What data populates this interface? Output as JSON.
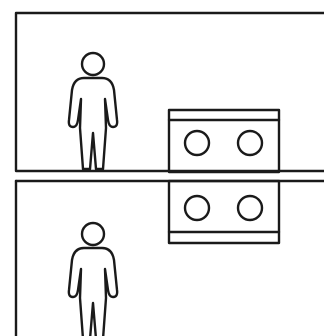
{
  "panels": [
    {
      "id": "top-panel",
      "shows": [
        "person-figure",
        "speaker-box"
      ],
      "speaker_box_side": "above-shelf"
    },
    {
      "id": "bottom-panel",
      "shows": [
        "person-figure",
        "speaker-box"
      ],
      "speaker_box_side": "below-shelf"
    }
  ],
  "speaker_box": {
    "speaker_count": 2,
    "icon": "speaker-box-icon"
  },
  "person": {
    "icon": "person-icon"
  },
  "colors": {
    "stroke": "#1a1a1a",
    "background": "#ffffff"
  }
}
